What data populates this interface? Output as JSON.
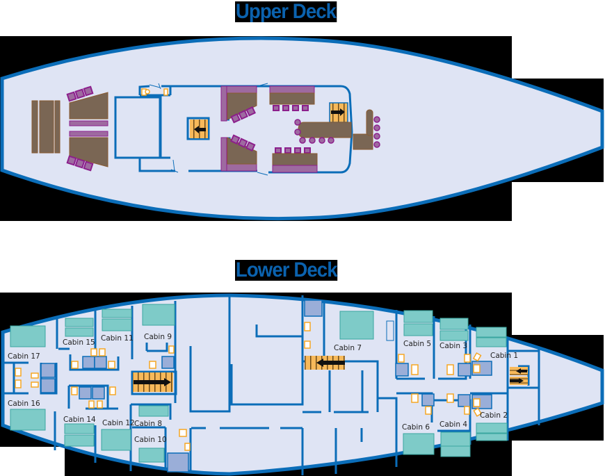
{
  "upper_deck": {
    "title": "Upper Deck"
  },
  "lower_deck": {
    "title": "Lower Deck",
    "cabins": [
      {
        "id": "cabin-1",
        "label": "Cabin 1"
      },
      {
        "id": "cabin-2",
        "label": "Cabin 2"
      },
      {
        "id": "cabin-3",
        "label": "Cabin 3"
      },
      {
        "id": "cabin-4",
        "label": "Cabin 4"
      },
      {
        "id": "cabin-5",
        "label": "Cabin 5"
      },
      {
        "id": "cabin-6",
        "label": "Cabin 6"
      },
      {
        "id": "cabin-7",
        "label": "Cabin 7"
      },
      {
        "id": "cabin-8",
        "label": "Cabin 8"
      },
      {
        "id": "cabin-9",
        "label": "Cabin 9"
      },
      {
        "id": "cabin-10",
        "label": "Cabin 10"
      },
      {
        "id": "cabin-11",
        "label": "Cabin 11"
      },
      {
        "id": "cabin-12",
        "label": "Cabin 12"
      },
      {
        "id": "cabin-14",
        "label": "Cabin 14"
      },
      {
        "id": "cabin-15",
        "label": "Cabin 15"
      },
      {
        "id": "cabin-16",
        "label": "Cabin 16"
      },
      {
        "id": "cabin-17",
        "label": "Cabin 17"
      }
    ]
  },
  "colors": {
    "hull_fill": "#dfe4f4",
    "wall": "#0b6db8",
    "title": "#0b62ae",
    "bed": "#7ecbc8",
    "furniture": "#7a6654",
    "seat": "#9e6aa0",
    "seat_border": "#8c1f8c",
    "stairs": "#f7b95a",
    "fixture": "#f5a623",
    "shower": "#9aaed8"
  }
}
